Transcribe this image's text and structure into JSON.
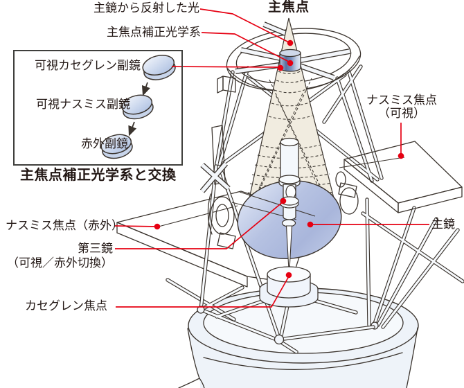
{
  "figure": {
    "type": "diagram",
    "subject": "telescope focal points and prime-focus optics exchange schematic"
  },
  "labels": {
    "reflected_light": "主鏡から反射した光",
    "prime_focus_corrector": "主焦点補正光学系",
    "prime_focus": "主焦点",
    "nasmyth_visible_line1": "ナスミス焦点",
    "nasmyth_visible_line2": "（可視）",
    "nasmyth_infrared": "ナスミス焦点（赤外）",
    "third_mirror": "第三鏡",
    "third_mirror_note": "（可視／赤外切換）",
    "cassegrain_focus": "カセグレン焦点",
    "primary_mirror": "主鏡"
  },
  "exchange_box": {
    "caption": "主焦点補正光学系と交換",
    "items": [
      {
        "label": "可視カセグレン副鏡"
      },
      {
        "label": "可視ナスミス副鏡"
      },
      {
        "label": "赤外副鏡"
      }
    ]
  },
  "colors": {
    "callout_red": "#e60012",
    "line_art": "#3b342e",
    "cone_fill": "#f1ece0",
    "mirror_blue_dark": "#a9b6db",
    "mirror_blue_light": "#e9eef9",
    "corrector_blue": "#58719f",
    "disk_blue": "#b5c7e6",
    "panel_blue": "#edf2fa"
  }
}
